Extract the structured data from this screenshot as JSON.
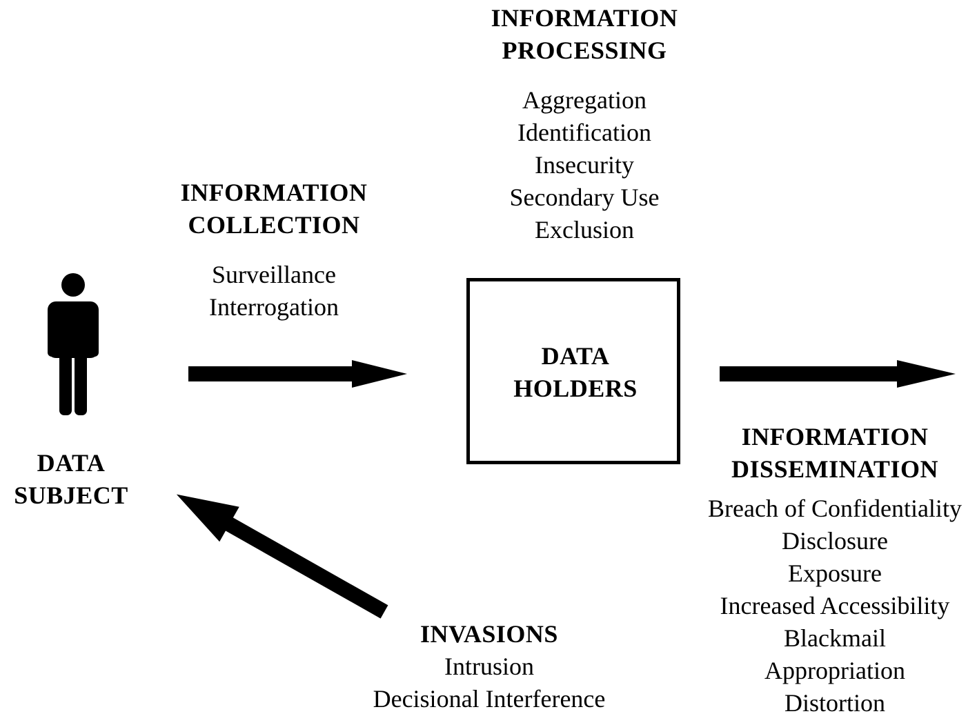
{
  "processing": {
    "heading": [
      "INFORMATION",
      "PROCESSING"
    ],
    "items": [
      "Aggregation",
      "Identification",
      "Insecurity",
      "Secondary Use",
      "Exclusion"
    ]
  },
  "collection": {
    "heading": [
      "INFORMATION",
      "COLLECTION"
    ],
    "items": [
      "Surveillance",
      "Interrogation"
    ]
  },
  "subject": {
    "heading": [
      "DATA",
      "SUBJECT"
    ],
    "icon": "person-icon"
  },
  "holders": {
    "heading": [
      "DATA",
      "HOLDERS"
    ]
  },
  "dissemination": {
    "heading": [
      "INFORMATION",
      "DISSEMINATION"
    ],
    "items": [
      "Breach of Confidentiality",
      "Disclosure",
      "Exposure",
      "Increased Accessibility",
      "Blackmail",
      "Appropriation",
      "Distortion"
    ]
  },
  "invasions": {
    "heading": [
      "INVASIONS"
    ],
    "items": [
      "Intrusion",
      "Decisional Interference"
    ]
  },
  "colors": {
    "ink": "#000000",
    "background": "#ffffff"
  }
}
